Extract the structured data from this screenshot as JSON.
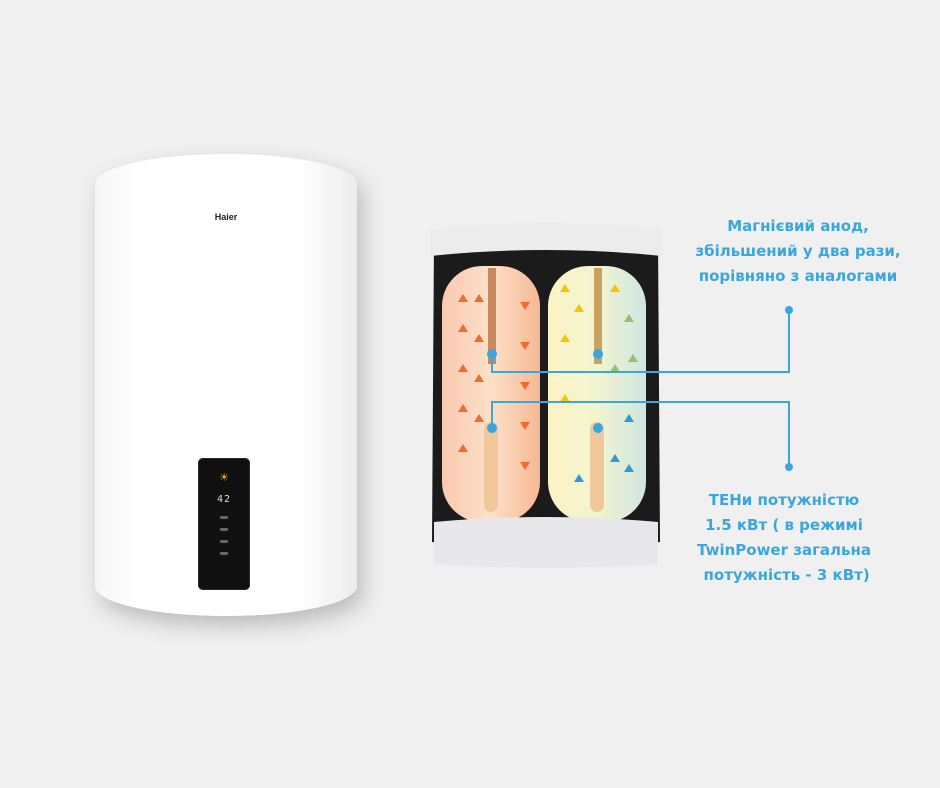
{
  "product": {
    "brand": "Haier",
    "display_temperature": "42",
    "panel_icon": "sun-icon"
  },
  "callouts": {
    "anode": {
      "lines": [
        "Магнієвий анод,",
        "збільшений у два рази,",
        "порівняно з аналогами"
      ]
    },
    "heating_elements": {
      "lines": [
        "ТЕНи потужністю",
        "1.5 кВт ( в режимі",
        "TwinPower загальна",
        " потужність - 3 кВт)"
      ]
    }
  },
  "colors": {
    "accent": "#3aa6de",
    "hot": "#f26a2e",
    "cold": "#2f9ad6",
    "background": "#f0f0f0"
  }
}
